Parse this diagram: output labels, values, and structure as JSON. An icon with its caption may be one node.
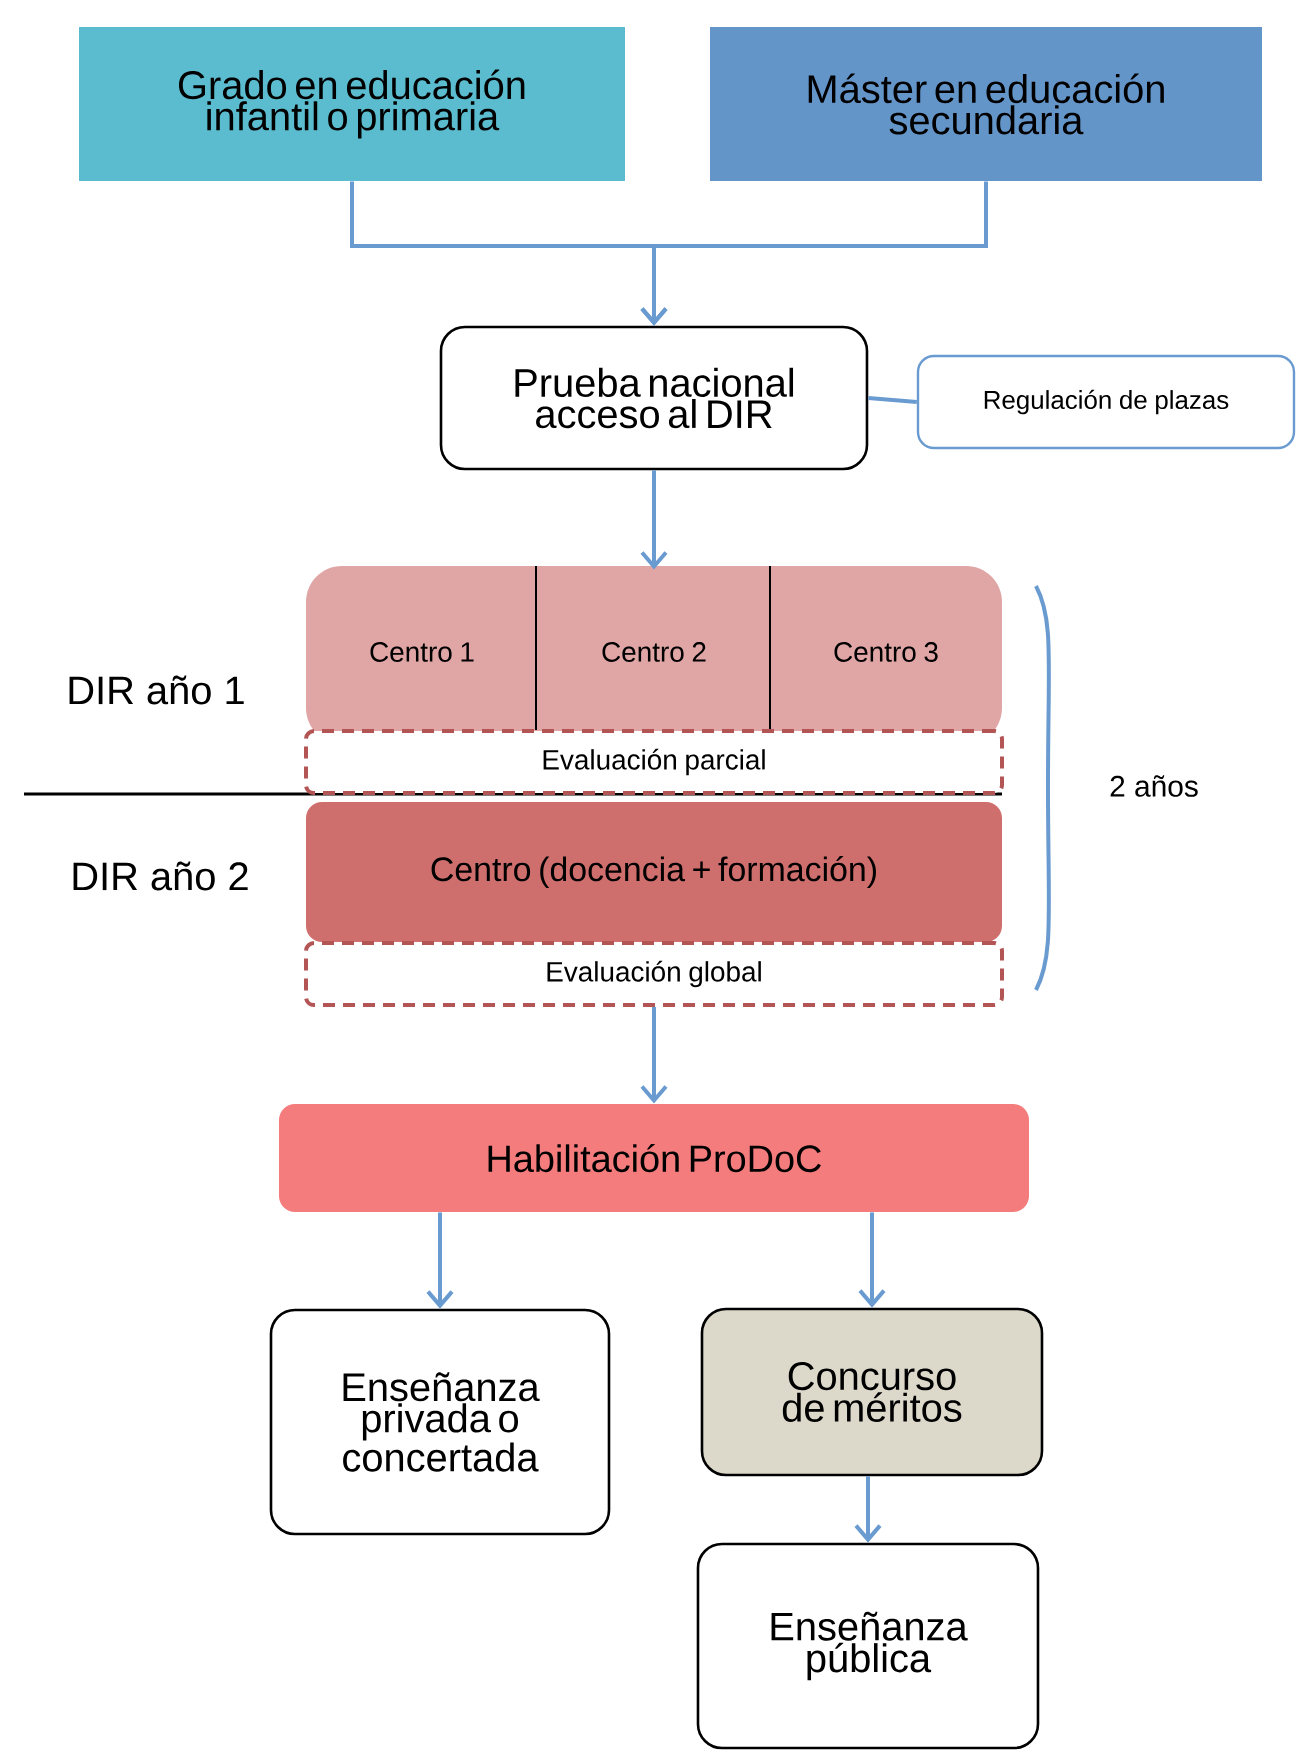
{
  "diagram": {
    "nodes": [
      {
        "text": [
          "Grado en educación infantil o primaria"
        ]
      },
      {
        "text": [
          "Máster en educación secundaria"
        ]
      },
      {
        "text": [
          "Prueba nacional acceso al DIR"
        ]
      },
      {
        "text": [
          "Regulación de plazas"
        ]
      },
      {
        "text": [
          "Centro 1"
        ]
      },
      {
        "text": [
          "Centro 2"
        ]
      },
      {
        "text": [
          "Centro 3"
        ]
      },
      {
        "text": [
          "Evaluación parcial"
        ]
      },
      {
        "text": [
          "Centro (docencia + formación)"
        ]
      },
      {
        "text": [
          "Evaluación global"
        ]
      },
      {
        "text": [
          "Habilitación ProDoC"
        ]
      },
      {
        "text": [
          "Enseñanza privada o concertada"
        ]
      },
      {
        "text": [
          "Concurso de méritos"
        ]
      },
      {
        "text": [
          "Enseñanza pública"
        ]
      }
    ],
    "edges": [
      {
        "from": 0,
        "to": 2,
        "arrow": "to"
      },
      {
        "from": 1,
        "to": 2,
        "arrow": "to"
      },
      {
        "from": 2,
        "to": 3,
        "arrow": "none"
      },
      {
        "from": 2,
        "to": 5,
        "arrow": "to"
      },
      {
        "from": 9,
        "to": 10,
        "arrow": "to"
      },
      {
        "from": 10,
        "to": 11,
        "arrow": "to"
      },
      {
        "from": 10,
        "to": 12,
        "arrow": "to"
      },
      {
        "from": 12,
        "to": 13,
        "arrow": "to"
      }
    ],
    "labels": [
      "DIR año 1",
      "2 años",
      "DIR año 2"
    ]
  }
}
